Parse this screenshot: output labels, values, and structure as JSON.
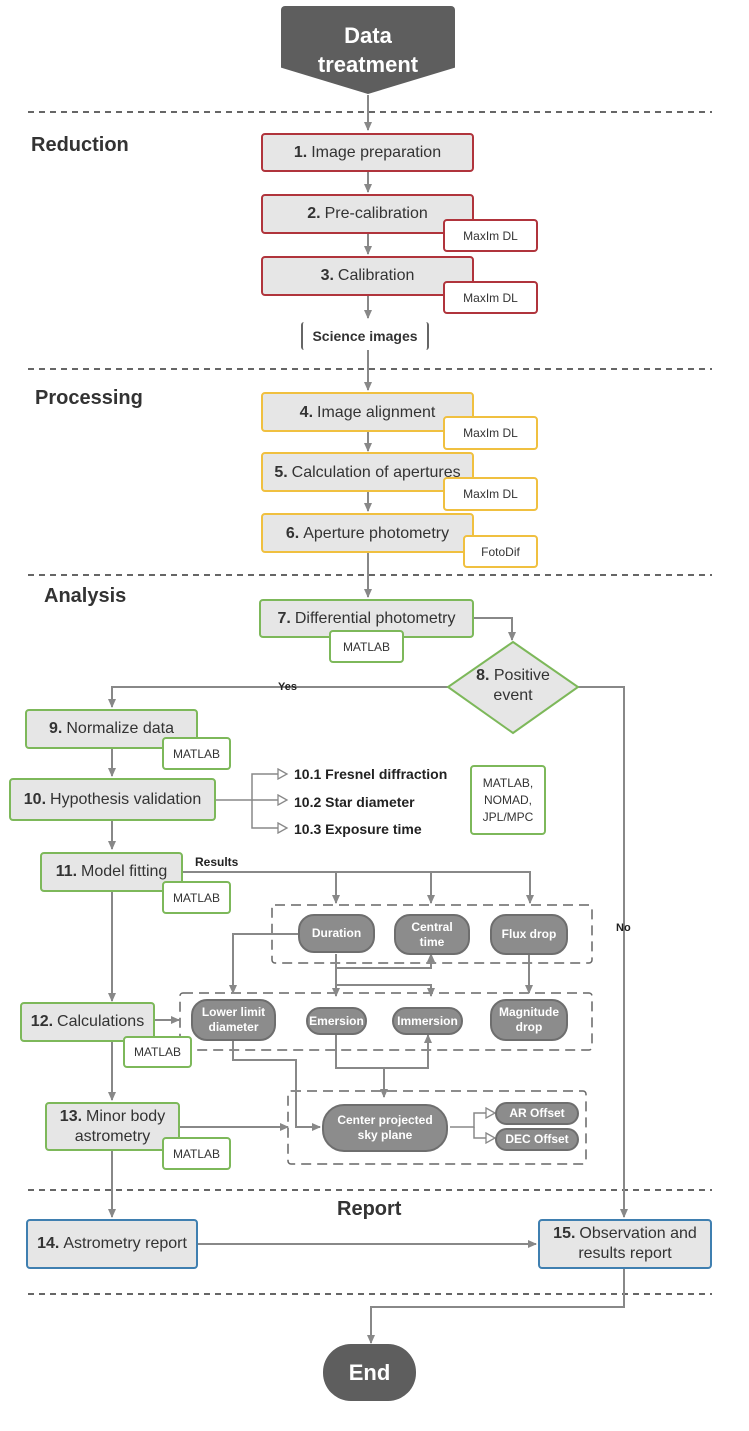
{
  "start": {
    "line1": "Data",
    "line2": "treatment"
  },
  "end": {
    "label": "End"
  },
  "sections": {
    "reduction": "Reduction",
    "processing": "Processing",
    "analysis": "Analysis",
    "report": "Report"
  },
  "steps": {
    "s1": {
      "num": "1.",
      "label": "Image preparation"
    },
    "s2": {
      "num": "2.",
      "label": "Pre-calibration"
    },
    "s3": {
      "num": "3.",
      "label": "Calibration"
    },
    "science": "Science images",
    "s4": {
      "num": "4.",
      "label": "Image alignment"
    },
    "s5": {
      "num": "5.",
      "label": "Calculation of apertures"
    },
    "s6": {
      "num": "6.",
      "label": "Aperture photometry"
    },
    "s7": {
      "num": "7.",
      "label": "Differential photometry"
    },
    "s8": {
      "num": "8.",
      "label1": "Positive",
      "label2": "event"
    },
    "s9": {
      "num": "9.",
      "label": "Normalize data"
    },
    "s10": {
      "num": "10.",
      "label": "Hypothesis validation"
    },
    "s11": {
      "num": "11.",
      "label": "Model fitting"
    },
    "s12": {
      "num": "12.",
      "label": "Calculations"
    },
    "s13": {
      "num": "13.",
      "label1": "Minor body",
      "label2": "astrometry"
    },
    "s14": {
      "num": "14.",
      "label": "Astrometry report"
    },
    "s15": {
      "num": "15.",
      "label1": "Observation and",
      "label2": "results report"
    }
  },
  "tools": {
    "t2": "MaxIm DL",
    "t3": "MaxIm DL",
    "t4": "MaxIm DL",
    "t5": "MaxIm DL",
    "t6": "FotoDif",
    "t7": "MATLAB",
    "t9": "MATLAB",
    "t10": {
      "l1": "MATLAB,",
      "l2": "NOMAD,",
      "l3": "JPL/MPC"
    },
    "t11": "MATLAB",
    "t12": "MATLAB",
    "t13": "MATLAB"
  },
  "hypotheses": {
    "h1": "10.1 Fresnel diffraction",
    "h2": "10.2 Star diameter",
    "h3": "10.3 Exposure time"
  },
  "labels": {
    "yes": "Yes",
    "no": "No",
    "results": "Results"
  },
  "results": {
    "duration": "Duration",
    "central": {
      "l1": "Central",
      "l2": "time"
    },
    "flux": "Flux drop",
    "lower": {
      "l1": "Lower limit",
      "l2": "diameter"
    },
    "emersion": "Emersion",
    "immersion": "Immersion",
    "magnitude": {
      "l1": "Magnitude",
      "l2": "drop"
    },
    "center": {
      "l1": "Center projected",
      "l2": "sky plane"
    },
    "ar": "AR Offset",
    "dec": "DEC Offset"
  }
}
